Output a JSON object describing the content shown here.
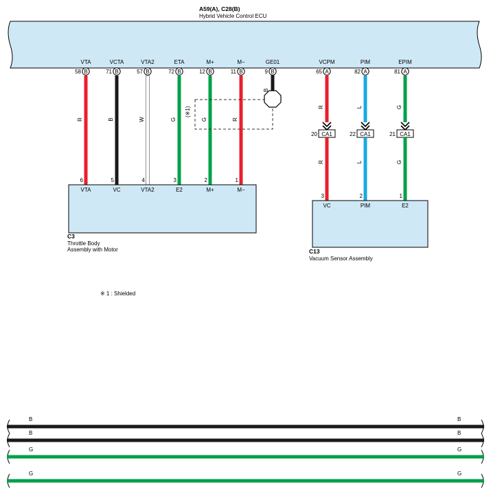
{
  "ecu": {
    "code": "A59(A), C28(B)",
    "name": "Hybrid Vehicle Control ECU"
  },
  "colors": {
    "R": "#e8202a",
    "B": "#1a1a1a",
    "W": "#ffffff",
    "G": "#00a04a",
    "L": "#1aa8e0",
    "component_fill": "#cfe8f6"
  },
  "ecu_pins": [
    {
      "label": "VTA",
      "pin": "58",
      "conn": "B"
    },
    {
      "label": "VCTA",
      "pin": "71",
      "conn": "B"
    },
    {
      "label": "VTA2",
      "pin": "57",
      "conn": "B"
    },
    {
      "label": "ETA",
      "pin": "72",
      "conn": "B"
    },
    {
      "label": "M+",
      "pin": "12",
      "conn": "B"
    },
    {
      "label": "M−",
      "pin": "11",
      "conn": "B"
    },
    {
      "label": "GE01",
      "pin": "9",
      "conn": "B"
    },
    {
      "label": "VCPM",
      "pin": "65",
      "conn": "A"
    },
    {
      "label": "PIM",
      "pin": "82",
      "conn": "A"
    },
    {
      "label": "EPIM",
      "pin": "81",
      "conn": "A"
    }
  ],
  "wire_colors": [
    "R",
    "B",
    "W",
    "G",
    "G",
    "R",
    "B",
    "R",
    "L",
    "G"
  ],
  "shield_label": "(※1)",
  "shield_wire_color": "B",
  "junction": {
    "name": "CA1",
    "pins": [
      "20",
      "22",
      "21"
    ],
    "lower_wire_colors": [
      "R",
      "L",
      "G"
    ]
  },
  "throttle": {
    "code": "C3",
    "name_line1": "Throttle Body",
    "name_line2": "Assembly with Motor",
    "pins": [
      {
        "num": "6",
        "label": "VTA"
      },
      {
        "num": "5",
        "label": "VC"
      },
      {
        "num": "4",
        "label": "VTA2"
      },
      {
        "num": "3",
        "label": "E2"
      },
      {
        "num": "2",
        "label": "M+"
      },
      {
        "num": "1",
        "label": "M−"
      }
    ]
  },
  "vacuum": {
    "code": "C13",
    "name": "Vacuum Sensor Assembly",
    "pins": [
      {
        "num": "3",
        "label": "VC"
      },
      {
        "num": "2",
        "label": "PIM"
      },
      {
        "num": "1",
        "label": "E2"
      }
    ]
  },
  "note": "※ 1 : Shielded",
  "legend": [
    {
      "color": "B",
      "left": "B",
      "right": "B"
    },
    {
      "color": "B",
      "left": "B",
      "right": "B"
    },
    {
      "color": "G",
      "left": "G",
      "right": "G"
    },
    {
      "color": "G",
      "left": "G",
      "right": "G"
    }
  ]
}
